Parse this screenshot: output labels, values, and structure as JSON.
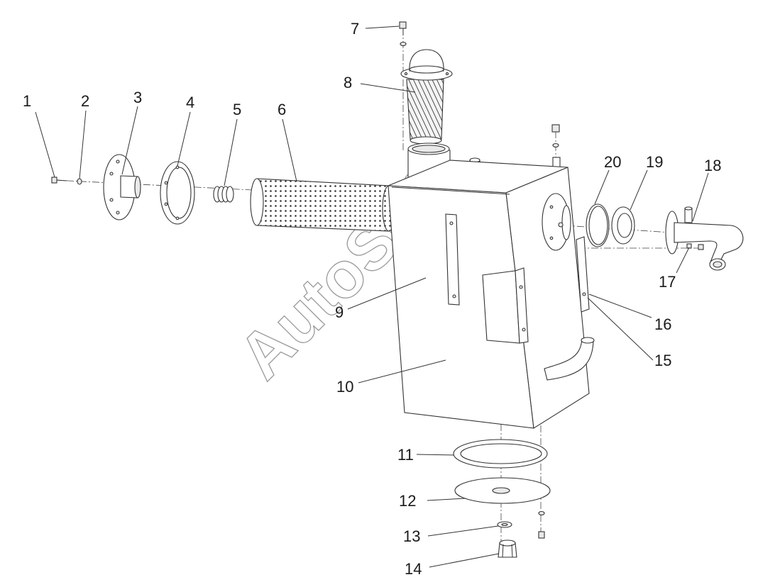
{
  "watermark": "AutoSoft",
  "labels": [
    {
      "id": "1",
      "text": "1"
    },
    {
      "id": "2",
      "text": "2"
    },
    {
      "id": "3",
      "text": "3"
    },
    {
      "id": "4",
      "text": "4"
    },
    {
      "id": "5",
      "text": "5"
    },
    {
      "id": "6",
      "text": "6"
    },
    {
      "id": "7",
      "text": "7"
    },
    {
      "id": "8",
      "text": "8"
    },
    {
      "id": "9",
      "text": "9"
    },
    {
      "id": "10",
      "text": "10"
    },
    {
      "id": "11",
      "text": "11"
    },
    {
      "id": "12",
      "text": "12"
    },
    {
      "id": "13",
      "text": "13"
    },
    {
      "id": "14",
      "text": "14"
    },
    {
      "id": "15",
      "text": "15"
    },
    {
      "id": "16",
      "text": "16"
    },
    {
      "id": "17",
      "text": "17"
    },
    {
      "id": "18",
      "text": "18"
    },
    {
      "id": "19",
      "text": "19"
    },
    {
      "id": "20",
      "text": "20"
    }
  ]
}
